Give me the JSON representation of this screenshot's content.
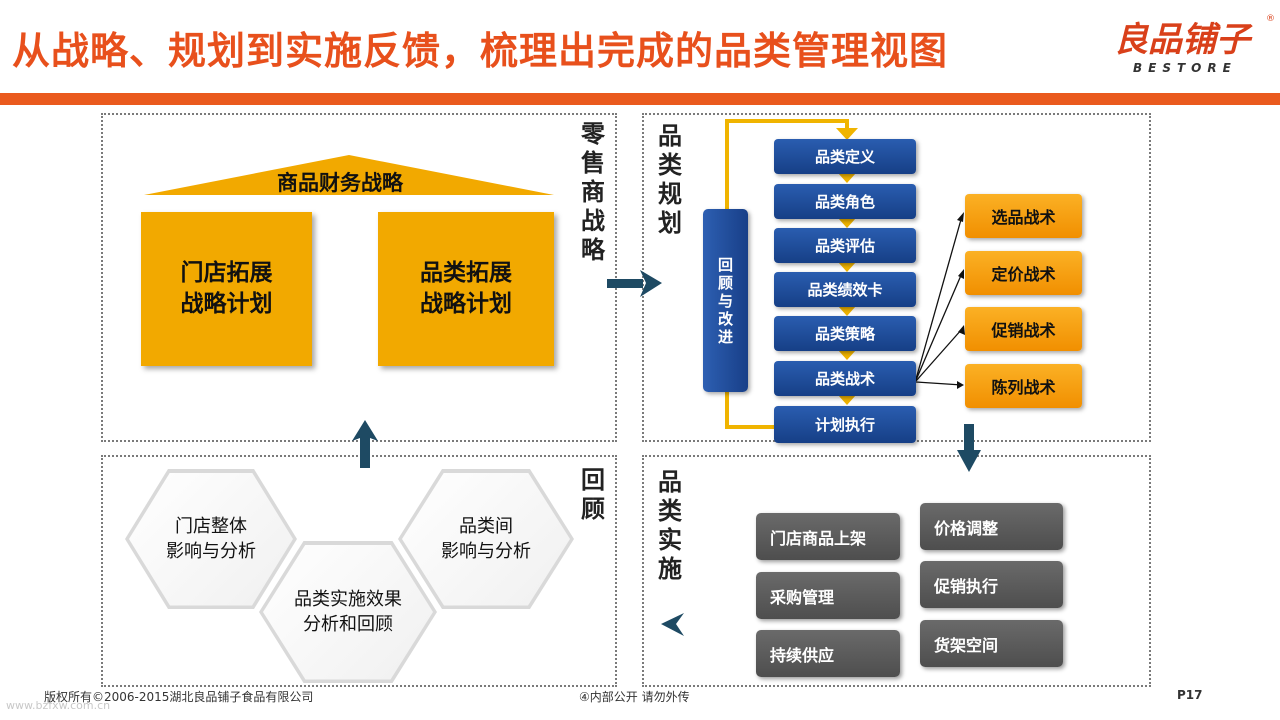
{
  "header": {
    "title": "从战略、规划到实施反馈，梳理出完成的品类管理视图",
    "logo_cn": "良品铺子",
    "logo_reg": "®",
    "logo_en": "BESTORE"
  },
  "colors": {
    "accent_orange": "#ea5a1e",
    "gold": "#f2a900",
    "blue": "#1f4e9c",
    "orange_box": "#f5a00f",
    "grey_box": "#5c5c5c",
    "arrow_teal": "#1e4a63"
  },
  "retail_strategy": {
    "label": "零售商战略",
    "roof_label": "商品财务战略",
    "left_box": "门店拓展\n战略计划",
    "right_box": "品类拓展\n战略计划"
  },
  "category_planning": {
    "label": "品类规划",
    "review_loop": "回顾与改进",
    "steps": [
      "品类定义",
      "品类角色",
      "品类评估",
      "品类绩效卡",
      "品类策略",
      "品类战术",
      "计划执行"
    ],
    "tactics": [
      "选品战术",
      "定价战术",
      "促销战术",
      "陈列战术"
    ]
  },
  "review": {
    "label": "回顾",
    "hexes": [
      "门店整体\n影响与分析",
      "品类实施效果\n分析和回顾",
      "品类间\n影响与分析"
    ]
  },
  "category_implementation": {
    "label": "品类实施",
    "items_left": [
      "门店商品上架",
      "采购管理",
      "持续供应"
    ],
    "items_right": [
      "价格调整",
      "促销执行",
      "货架空间"
    ]
  },
  "footer": {
    "copyright": "版权所有©2006-2015湖北良品铺子食品有限公司",
    "classification": "④内部公开 请勿外传",
    "page": "P17",
    "watermark": "www.bzfxw.com.cn"
  }
}
